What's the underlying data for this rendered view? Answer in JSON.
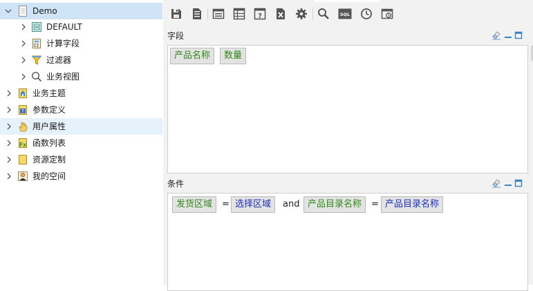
{
  "tree": {
    "root": {
      "label": "Demo",
      "expanded": true
    },
    "children": [
      {
        "label": "DEFAULT",
        "icon": "database-icon"
      },
      {
        "label": "计算字段",
        "icon": "calculator-icon"
      },
      {
        "label": "过滤器",
        "icon": "funnel-icon"
      },
      {
        "label": "业务视图",
        "icon": "magnifier-icon"
      }
    ],
    "items": [
      {
        "label": "业务主题",
        "icon": "business-theme-icon"
      },
      {
        "label": "参数定义",
        "icon": "parameter-icon"
      },
      {
        "label": "用户属性",
        "icon": "hand-icon"
      },
      {
        "label": "函数列表",
        "icon": "function-icon"
      },
      {
        "label": "资源定制",
        "icon": "folder-icon"
      },
      {
        "label": "我的空间",
        "icon": "user-icon"
      }
    ]
  },
  "toolbar": {
    "buttons": [
      "save-icon",
      "save-as-icon",
      "report-icon",
      "table-icon",
      "help-icon",
      "export-icon",
      "settings-icon",
      "search-icon",
      "sql-icon",
      "clock-icon",
      "schedule-icon"
    ],
    "sql_text": "SQL"
  },
  "fields_section": {
    "title": "字段",
    "chips": [
      "产品名称",
      "数量"
    ]
  },
  "condition_section": {
    "title": "条件",
    "condition": {
      "left": "发货区域",
      "op1": "=",
      "value1": "选择区域",
      "connector": "and",
      "field2": "产品目录名称",
      "op2": "=",
      "value2": "产品目录名称"
    }
  },
  "colors": {
    "selection": "#cfe4f7",
    "field_text": "#2f8a17",
    "value_text": "#1d2fbf",
    "chip_bg": "#e3e3e3"
  }
}
